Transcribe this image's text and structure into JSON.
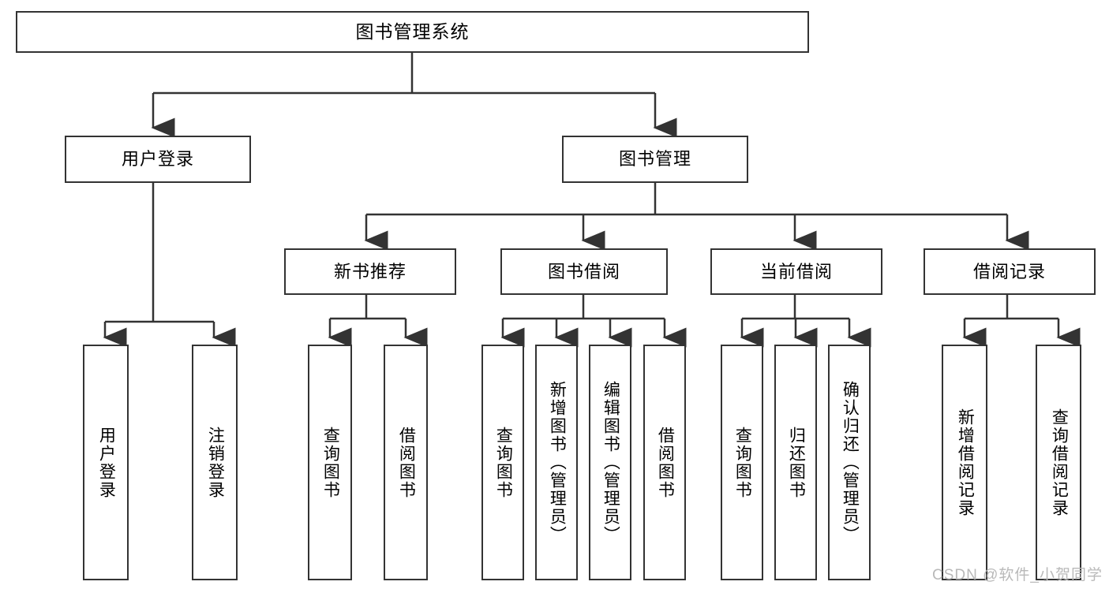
{
  "diagram": {
    "type": "tree-hierarchy",
    "title": "图书管理系统",
    "watermark": "CSDN @软件_小贺同学",
    "colors": {
      "box_border": "#333333",
      "box_fill": "#ffffff",
      "connector": "#333333",
      "text": "#000000",
      "watermark": "#b9b9b9",
      "background": "#ffffff"
    },
    "levels": {
      "root": [
        "图书管理系统"
      ],
      "level2": [
        "用户登录",
        "图书管理"
      ],
      "level3": [
        "新书推荐",
        "图书借阅",
        "当前借阅",
        "借阅记录"
      ],
      "leaves": [
        "用户登录",
        "注销登录",
        "查询图书",
        "借阅图书",
        "查询图书",
        "新增图书（管理员）",
        "编辑图书（管理员）",
        "借阅图书",
        "查询图书",
        "归还图书",
        "确认归还（管理员）",
        "新增借阅记录",
        "查询借阅记录"
      ]
    },
    "nodes": {
      "root": {
        "label": "图书管理系统"
      },
      "user_login": {
        "label": "用户登录"
      },
      "book_manage": {
        "label": "图书管理"
      },
      "new_book_rec": {
        "label": "新书推荐"
      },
      "book_borrow": {
        "label": "图书借阅"
      },
      "current_borrow": {
        "label": "当前借阅"
      },
      "borrow_record": {
        "label": "借阅记录"
      },
      "leaf_user_login": {
        "label": "用户登录"
      },
      "leaf_logout": {
        "label": "注销登录"
      },
      "leaf_query_book_a": {
        "label": "查询图书"
      },
      "leaf_borrow_book_a": {
        "label": "借阅图书"
      },
      "leaf_query_book_b": {
        "label": "查询图书"
      },
      "leaf_add_book": {
        "label": "新增图书（管理员）"
      },
      "leaf_edit_book": {
        "label": "编辑图书（管理员）"
      },
      "leaf_borrow_book_b": {
        "label": "借阅图书"
      },
      "leaf_query_book_c": {
        "label": "查询图书"
      },
      "leaf_return_book": {
        "label": "归还图书"
      },
      "leaf_confirm_return": {
        "label": "确认归还（管理员）"
      },
      "leaf_add_record": {
        "label": "新增借阅记录"
      },
      "leaf_query_record": {
        "label": "查询借阅记录"
      }
    },
    "edges": [
      {
        "from": "root",
        "to": "user_login"
      },
      {
        "from": "root",
        "to": "book_manage"
      },
      {
        "from": "user_login",
        "to": "leaf_user_login"
      },
      {
        "from": "user_login",
        "to": "leaf_logout"
      },
      {
        "from": "book_manage",
        "to": "new_book_rec"
      },
      {
        "from": "book_manage",
        "to": "book_borrow"
      },
      {
        "from": "book_manage",
        "to": "current_borrow"
      },
      {
        "from": "book_manage",
        "to": "borrow_record"
      },
      {
        "from": "new_book_rec",
        "to": "leaf_query_book_a"
      },
      {
        "from": "new_book_rec",
        "to": "leaf_borrow_book_a"
      },
      {
        "from": "book_borrow",
        "to": "leaf_query_book_b"
      },
      {
        "from": "book_borrow",
        "to": "leaf_add_book"
      },
      {
        "from": "book_borrow",
        "to": "leaf_edit_book"
      },
      {
        "from": "book_borrow",
        "to": "leaf_borrow_book_b"
      },
      {
        "from": "current_borrow",
        "to": "leaf_query_book_c"
      },
      {
        "from": "current_borrow",
        "to": "leaf_return_book"
      },
      {
        "from": "current_borrow",
        "to": "leaf_confirm_return"
      },
      {
        "from": "borrow_record",
        "to": "leaf_add_record"
      },
      {
        "from": "borrow_record",
        "to": "leaf_query_record"
      }
    ]
  }
}
